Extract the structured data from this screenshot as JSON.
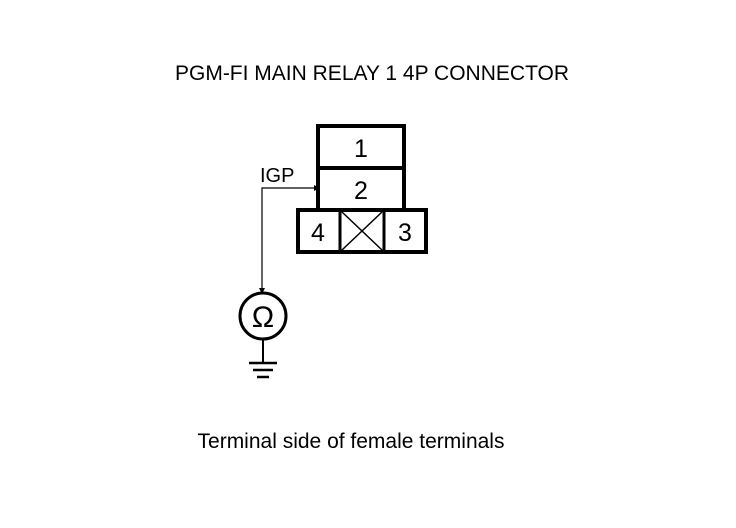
{
  "diagram": {
    "title": "PGM-FI MAIN RELAY 1 4P CONNECTOR",
    "caption": "Terminal side of female terminals",
    "wire_label": "IGP",
    "meter_symbol": "Ω",
    "pins": {
      "pin1": "1",
      "pin2": "2",
      "pin3": "3",
      "pin4": "4"
    },
    "icons": {
      "meter": "ohmmeter-icon",
      "ground": "ground-icon",
      "empty_cavity": "empty-cavity-cross-icon"
    },
    "colors": {
      "line": "#000000",
      "background": "#ffffff"
    }
  }
}
